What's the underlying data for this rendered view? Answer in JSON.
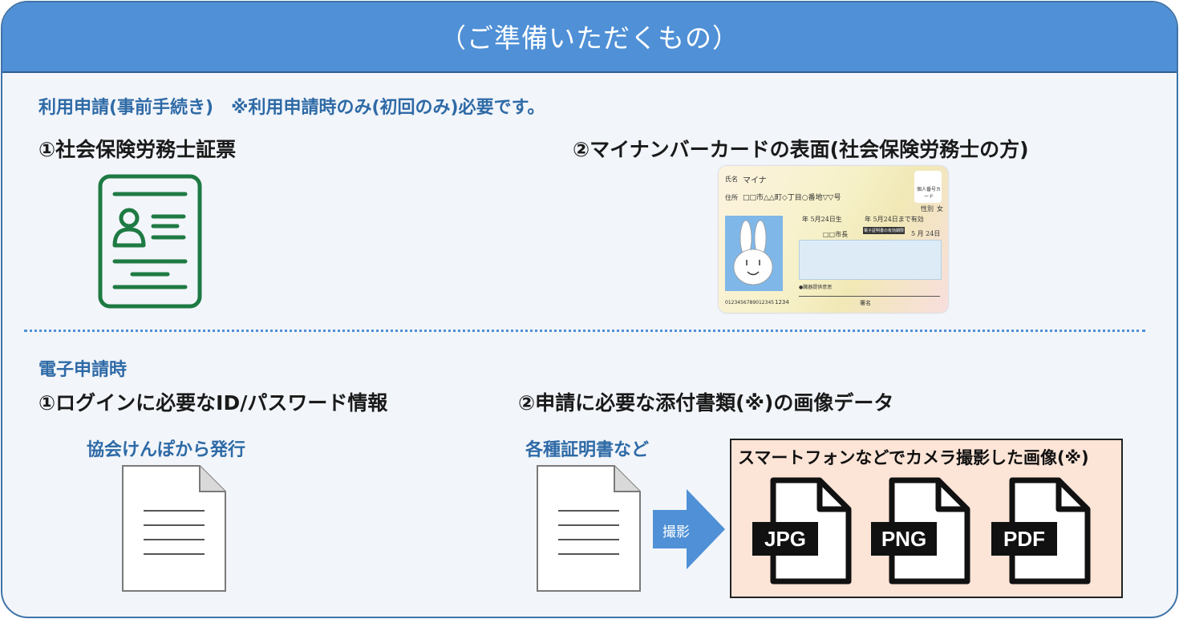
{
  "header": {
    "title": "（ご準備いただくもの）"
  },
  "section1": {
    "heading": "利用申請(事前手続き)　※利用申請時のみ(初回のみ)必要です。",
    "item1": {
      "label": "①社会保険労務士証票",
      "icon": "id-document-icon"
    },
    "item2": {
      "label": "②マイナンバーカードの表面(社会保険労務士の方)",
      "card": {
        "name_label": "氏名",
        "name_value": "マイナ",
        "address_label": "住所",
        "address_value": "□□市△△町◇丁目○番地▽▽号",
        "sex_label": "性別",
        "sex_value": "女",
        "birth": "年 5月24日生",
        "valid": "年 5月24日まで有効",
        "issuer": "□□市長",
        "stamp": "電子証明書の有効期限",
        "date": "5 月 24日",
        "badge": "個人番号カード",
        "donor": "●臓器提供意思",
        "number": "0123456789012345",
        "code": "1234",
        "sign": "署名"
      }
    }
  },
  "section2": {
    "heading": "電子申請時",
    "item1": {
      "label": "①ログインに必要なID/パスワード情報",
      "sublabel": "協会けんぽから発行",
      "icon": "document-icon"
    },
    "item2": {
      "label": "②申請に必要な添付書類(※)の画像データ",
      "sublabel": "各種証明書など",
      "icon": "document-icon",
      "arrow_label": "撮影",
      "photo_box": {
        "title": "スマートフォンなどでカメラ撮影した画像(※)",
        "files": [
          "JPG",
          "PNG",
          "PDF"
        ]
      }
    }
  },
  "colors": {
    "header": "#4f90d6",
    "accent_text": "#2e6aa6",
    "icon_green": "#1e7a43",
    "photo_bg": "#fce4d6"
  }
}
